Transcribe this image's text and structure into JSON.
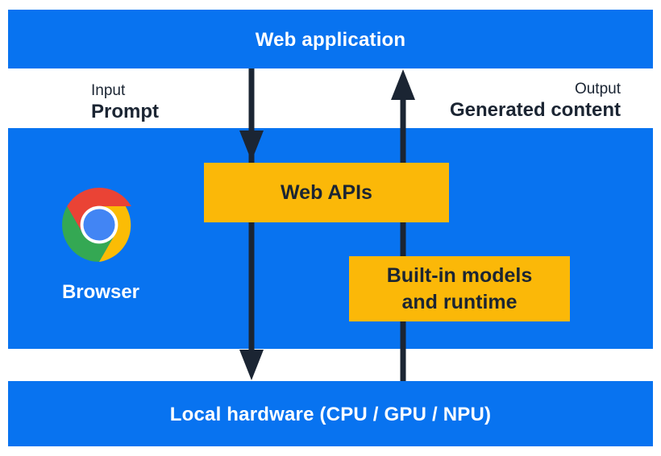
{
  "diagram": {
    "top_bar": {
      "label": "Web application"
    },
    "flow": {
      "input_caption": "Input",
      "input_label": "Prompt",
      "output_caption": "Output",
      "output_label": "Generated content"
    },
    "browser": {
      "label": "Browser",
      "web_apis_label": "Web APIs",
      "builtin_models_line1": "Built-in models",
      "builtin_models_line2": "and runtime"
    },
    "bottom_bar": {
      "label": "Local hardware (CPU / GPU / NPU)"
    }
  },
  "icons": {
    "chrome_logo": "chrome-browser-logo",
    "down_arrow": "input-flow-arrow",
    "up_arrow": "output-flow-arrow"
  },
  "colors": {
    "bar_blue": "#0873f0",
    "box_yellow": "#fbb808",
    "arrow_dark": "#1b2533",
    "chrome_red": "#ea4335",
    "chrome_yellow": "#fbbc05",
    "chrome_green": "#34a853",
    "chrome_blue": "#4285f4"
  }
}
